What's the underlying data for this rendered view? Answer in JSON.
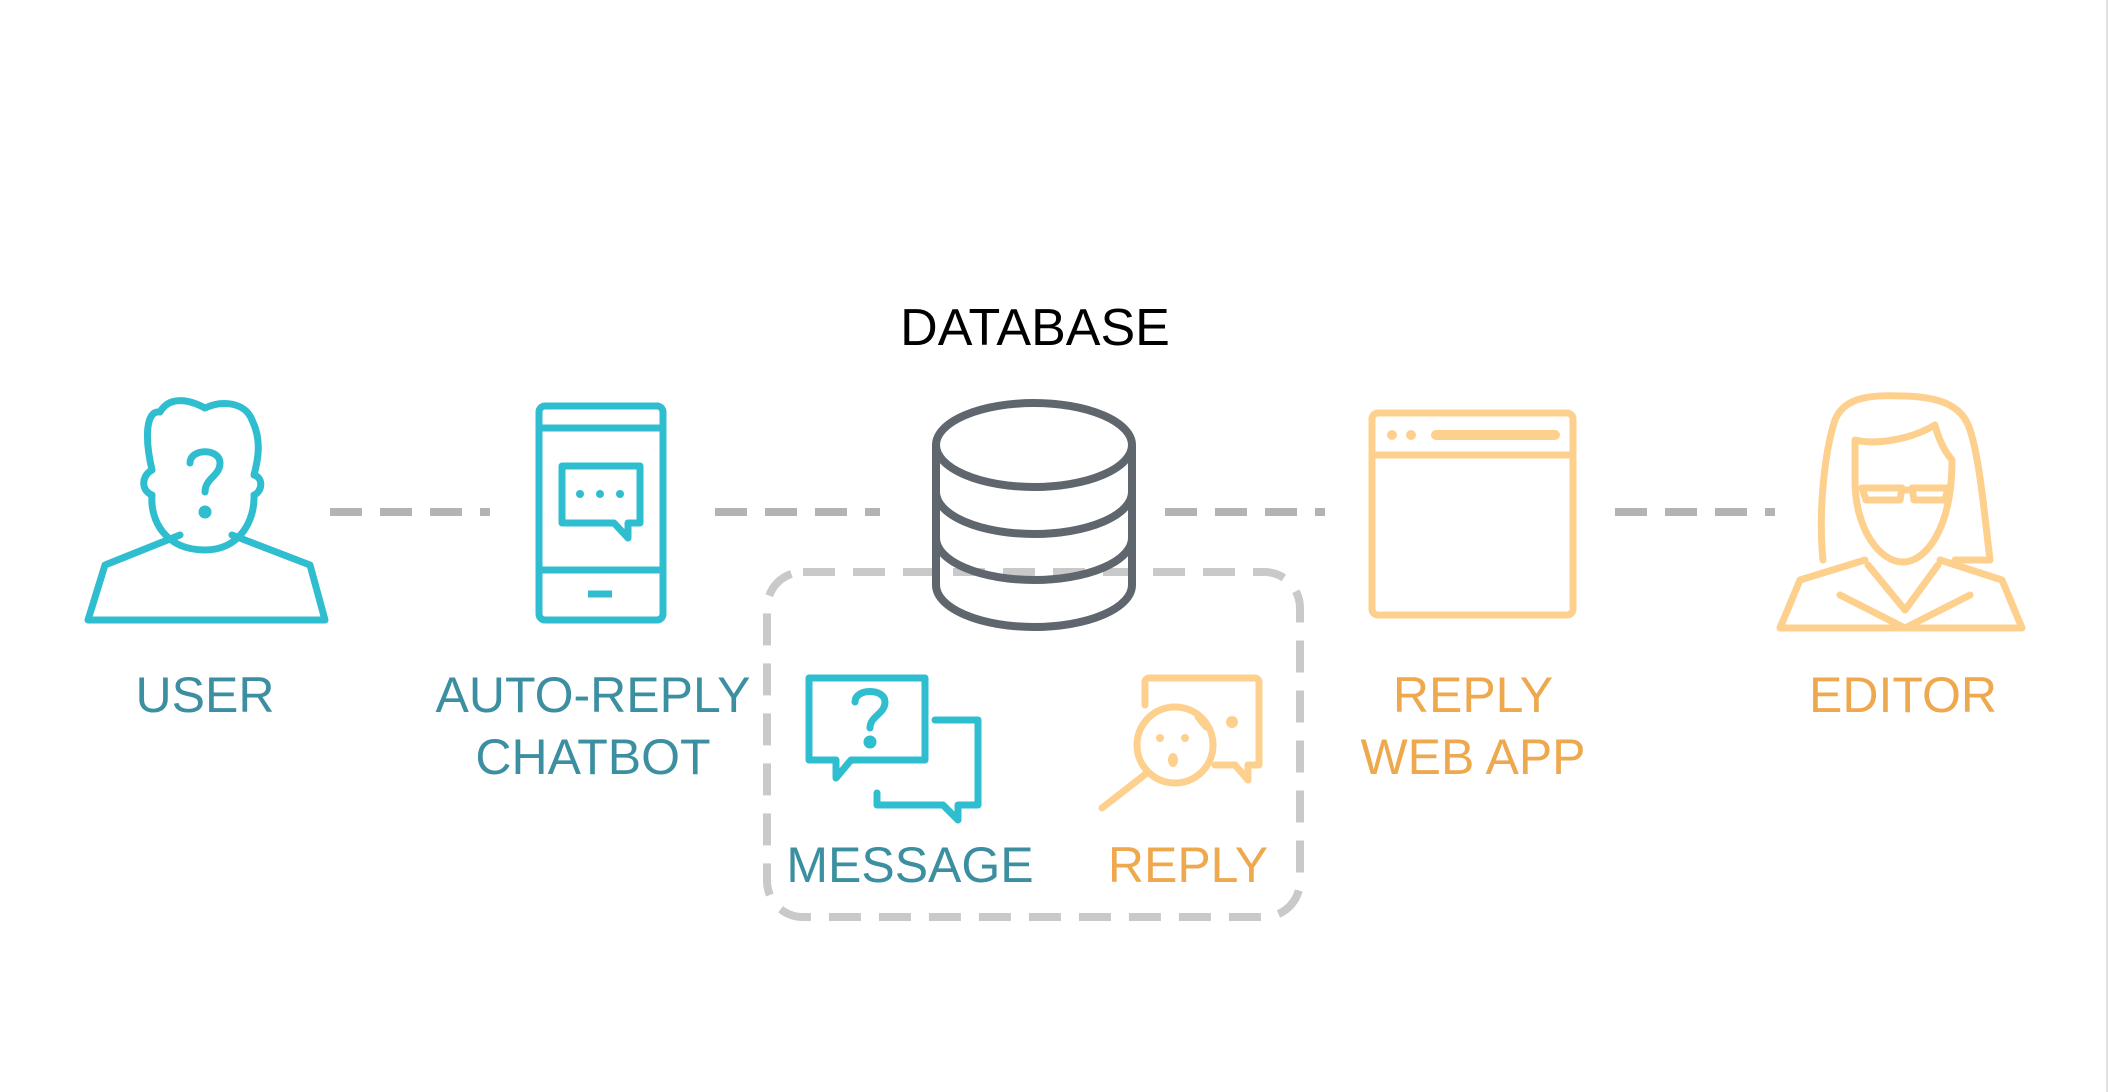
{
  "diagram": {
    "title": "DATABASE",
    "nodes": {
      "user": {
        "label": "USER",
        "icon": "user-question-icon"
      },
      "chatbot": {
        "label_line1": "AUTO-REPLY",
        "label_line2": "CHATBOT",
        "icon": "smartphone-chat-icon"
      },
      "database": {
        "icon": "database-icon"
      },
      "webapp": {
        "label_line1": "REPLY",
        "label_line2": "WEB APP",
        "icon": "browser-window-icon"
      },
      "editor": {
        "label": "EDITOR",
        "icon": "woman-with-glasses-icon"
      }
    },
    "stored_items": {
      "message": {
        "label": "MESSAGE",
        "icon": "question-chat-bubbles-icon"
      },
      "reply": {
        "label": "REPLY",
        "icon": "search-reply-bubbles-icon"
      }
    },
    "colors": {
      "teal_icon": "#2fbdd0",
      "teal_text": "#3b8fa0",
      "orange_icon": "#fdd08e",
      "orange_text": "#eea84e",
      "database": "#5f666e",
      "connector": "#b3b3b3",
      "group_border": "#c9c9c9"
    }
  }
}
